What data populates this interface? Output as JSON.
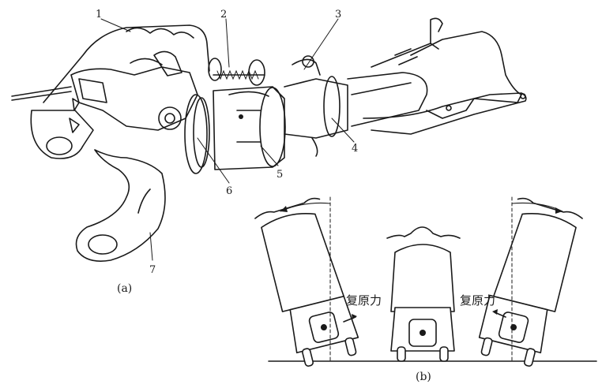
{
  "figure_a": {
    "caption": "(a)",
    "callouts": [
      "1",
      "2",
      "3",
      "4",
      "5",
      "6",
      "7"
    ]
  },
  "figure_b": {
    "caption": "(b)",
    "left_force_label": "复原力",
    "right_force_label": "复原力"
  }
}
